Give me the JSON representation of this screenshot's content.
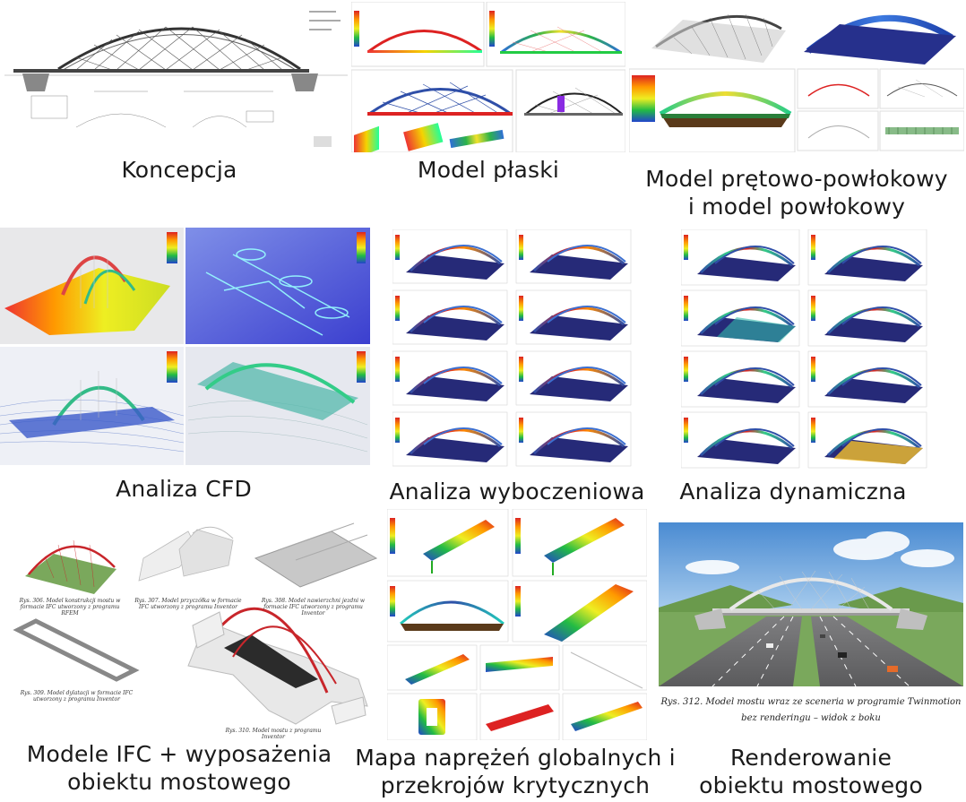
{
  "captions": {
    "koncepcja": "Koncepcja",
    "model_plaski": "Model płaski",
    "model_pretowy_line1": "Model prętowo-powłokowy",
    "model_pretowy_line2": "i model powłokowy",
    "cfd": "Analiza CFD",
    "wyboczeniowa": "Analiza wyboczeniowa",
    "dynamiczna": "Analiza dynamiczna",
    "ifc_line1": "Modele IFC + wyposażenia",
    "ifc_line2": "obiektu mostowego",
    "naprezenia_line1": "Mapa naprężeń globalnych i",
    "naprezenia_line2": "przekrojów krytycznych",
    "render_line1": "Renderowanie",
    "render_line2": "obiektu mostowego"
  },
  "render_caption": {
    "line1": "Rys. 312. Model mostu wraz ze sceneria w programie Twinmotion",
    "line2": "bez renderingu – widok z boku"
  },
  "ifc_labels": {
    "l1": "Rys. 306. Model konstrukcji mostu w formacie IFC utworzony z programu RFEM",
    "l2": "Rys. 307. Model przyczółka w formacie IFC utworzony z programu Inventor",
    "l3": "Rys. 308. Model nawierzchni jezdni w formacie IFC utworzony z programu Inventor",
    "l4": "Rys. 309. Model dylatacji w formacie IFC utworzony z programu Inventor",
    "l5": "Rys. 310. Model mostu z programu Inventor"
  },
  "colors": {
    "arch_red": "#c8262b",
    "arch_blue": "#2f4fa8",
    "deck_dark": "#2a2a7a",
    "sky": "#5d9bd8",
    "grass": "#7aa85c"
  }
}
